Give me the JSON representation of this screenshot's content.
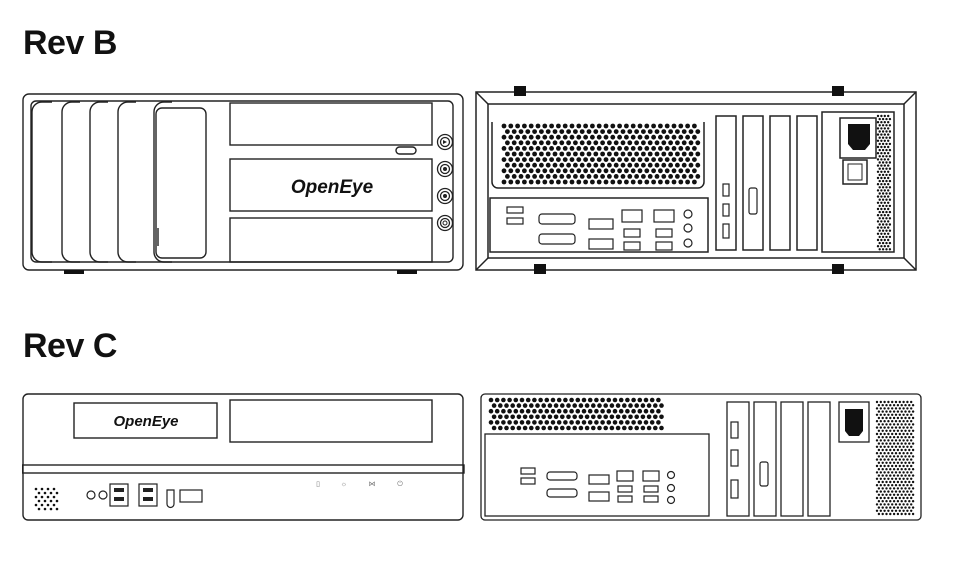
{
  "sections": [
    {
      "heading": "Rev B",
      "front": {
        "label": "front-panel",
        "logo": "OpenEye",
        "buttons": [
          "play-button",
          "record-button",
          "record-button",
          "power-button"
        ]
      },
      "rear": {
        "label": "rear-panel",
        "io_ports": [
          "USB",
          "USB",
          "DVI",
          "DVI",
          "HDMI",
          "HDMI",
          "Ethernet",
          "Ethernet",
          "USB",
          "USB",
          "USB",
          "USB",
          "Audio",
          "Audio",
          "Audio"
        ],
        "expansion_slots": 4,
        "card_ports": [
          "HDMI",
          "HDMI",
          "DisplayPort",
          "DVI"
        ],
        "psu": [
          "AC-power-inlet",
          "power-switch"
        ]
      }
    },
    {
      "heading": "Rev C",
      "front": {
        "label": "front-panel",
        "logo": "OpenEye",
        "indicators": [
          "hdd-icon",
          "brightness-icon",
          "network-icon",
          "power-icon"
        ],
        "ports": [
          "headphone-jack",
          "microphone-jack",
          "USB",
          "USB",
          "USB",
          "USB"
        ]
      },
      "rear": {
        "label": "rear-panel",
        "io_ports": [
          "USB",
          "USB",
          "DVI",
          "DVI",
          "HDMI",
          "HDMI",
          "Ethernet",
          "Ethernet",
          "USB",
          "USB",
          "USB",
          "USB",
          "Audio",
          "Audio",
          "Audio"
        ],
        "expansion_slots": 4,
        "card_ports": [
          "HDMI",
          "HDMI",
          "DisplayPort",
          "DVI"
        ],
        "psu": [
          "AC-power-inlet"
        ]
      }
    }
  ]
}
